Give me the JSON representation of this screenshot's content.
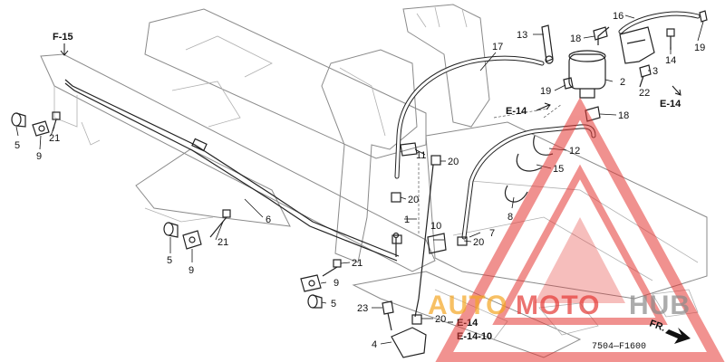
{
  "diagram": {
    "part_numbers": [
      {
        "id": "p1",
        "text": "1"
      },
      {
        "id": "p2",
        "text": "2"
      },
      {
        "id": "p3",
        "text": "3"
      },
      {
        "id": "p4",
        "text": "4"
      },
      {
        "id": "p5a",
        "text": "5"
      },
      {
        "id": "p5b",
        "text": "5"
      },
      {
        "id": "p5c",
        "text": "5"
      },
      {
        "id": "p6",
        "text": "6"
      },
      {
        "id": "p7",
        "text": "7"
      },
      {
        "id": "p8",
        "text": "8"
      },
      {
        "id": "p9a",
        "text": "9"
      },
      {
        "id": "p9b",
        "text": "9"
      },
      {
        "id": "p9c",
        "text": "9"
      },
      {
        "id": "p10",
        "text": "10"
      },
      {
        "id": "p11",
        "text": "11"
      },
      {
        "id": "p12",
        "text": "12"
      },
      {
        "id": "p13",
        "text": "13"
      },
      {
        "id": "p14",
        "text": "14"
      },
      {
        "id": "p15",
        "text": "15"
      },
      {
        "id": "p16",
        "text": "16"
      },
      {
        "id": "p17",
        "text": "17"
      },
      {
        "id": "p18a",
        "text": "18"
      },
      {
        "id": "p18b",
        "text": "18"
      },
      {
        "id": "p19a",
        "text": "19"
      },
      {
        "id": "p19b",
        "text": "19"
      },
      {
        "id": "p20a",
        "text": "20"
      },
      {
        "id": "p20b",
        "text": "20"
      },
      {
        "id": "p20c",
        "text": "20"
      },
      {
        "id": "p20d",
        "text": "20"
      },
      {
        "id": "p21a",
        "text": "21"
      },
      {
        "id": "p21b",
        "text": "21"
      },
      {
        "id": "p21c",
        "text": "21"
      },
      {
        "id": "p22",
        "text": "22"
      },
      {
        "id": "p23",
        "text": "23"
      }
    ],
    "refs": {
      "f15": "F-15",
      "e14_top": "E-14",
      "e14_right": "E-14",
      "e14_bottom": "E-14",
      "e1410": "E-14-10"
    },
    "front_label": "FR.",
    "drawing_code": "7504—F1600"
  },
  "watermark": {
    "text_part1": "AUTO",
    "text_part2": "MOTO",
    "text_part3": "HUB",
    "colors": {
      "orange": "#f5a623",
      "red": "#e53935",
      "grey": "#8a8a8a"
    }
  }
}
